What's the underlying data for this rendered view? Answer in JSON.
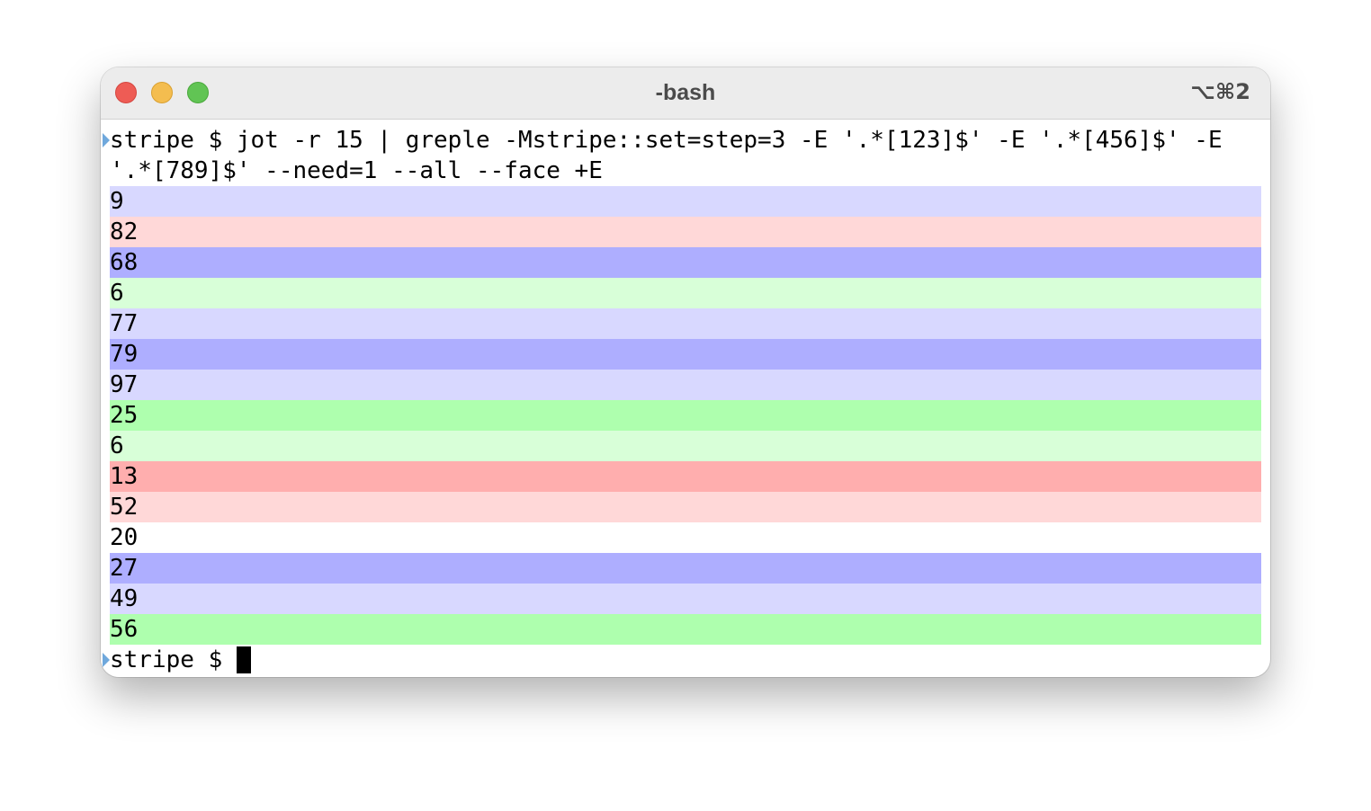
{
  "window": {
    "title": "-bash",
    "shortcut": "⌥⌘2"
  },
  "terminal": {
    "command_line_1": "stripe $ jot -r 15 | greple -Mstripe::set=step=3 -E '.*[123]$' -E '.*[456]$' -E",
    "command_line_2": "'.*[789]$' --need=1 --all --face +E",
    "output": [
      {
        "text": "9",
        "color": "#d8d8ff"
      },
      {
        "text": "82",
        "color": "#ffd8d8"
      },
      {
        "text": "68",
        "color": "#aeaeff"
      },
      {
        "text": "6",
        "color": "#d8ffd8"
      },
      {
        "text": "77",
        "color": "#d8d8ff"
      },
      {
        "text": "79",
        "color": "#aeaeff"
      },
      {
        "text": "97",
        "color": "#d8d8ff"
      },
      {
        "text": "25",
        "color": "#aeffae"
      },
      {
        "text": "6",
        "color": "#d8ffd8"
      },
      {
        "text": "13",
        "color": "#ffaeae"
      },
      {
        "text": "52",
        "color": "#ffd8d8"
      },
      {
        "text": "20",
        "color": "#ffffff"
      },
      {
        "text": "27",
        "color": "#aeaeff"
      },
      {
        "text": "49",
        "color": "#d8d8ff"
      },
      {
        "text": "56",
        "color": "#aeffae"
      }
    ],
    "prompt": "stripe $ ",
    "marker_color": "#6fa8dc"
  }
}
